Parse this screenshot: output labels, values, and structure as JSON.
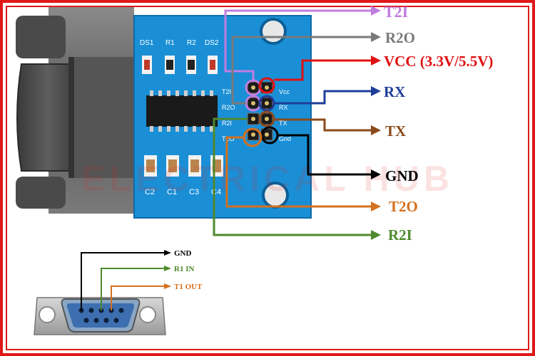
{
  "board": {
    "silkscreen": {
      "top": [
        "DS1",
        "R1",
        "R2",
        "DS2"
      ],
      "bottom": [
        "C2",
        "C1",
        "C3",
        "C4"
      ],
      "pins_left": [
        "T2I",
        "R2O",
        "R2I",
        "T2O"
      ],
      "pins_right": [
        "Vcc",
        "RX",
        "TX",
        "Gnd"
      ]
    }
  },
  "pin_labels": {
    "t2i": "T2I",
    "r2o": "R2O",
    "vcc": "VCC (3.3V/5.5V)",
    "rx": "RX",
    "tx": "TX",
    "gnd": "GND",
    "t2o": "T2O",
    "r2i": "R2I"
  },
  "db9_labels": {
    "gnd": "GND",
    "r1in": "R1 IN",
    "t1out": "T1 OUT"
  },
  "watermark": "ELECTRICAL HUB",
  "colors": {
    "frame": "#e01818",
    "pcb": "#1a8fd6",
    "t2i": "#c07de0",
    "r2o": "#7a7a7a",
    "vcc": "#e01010",
    "rx": "#1f3d9a",
    "tx": "#8a4a1a",
    "gnd": "#000000",
    "t2o": "#d4701e",
    "r2i": "#4f8a2e"
  }
}
